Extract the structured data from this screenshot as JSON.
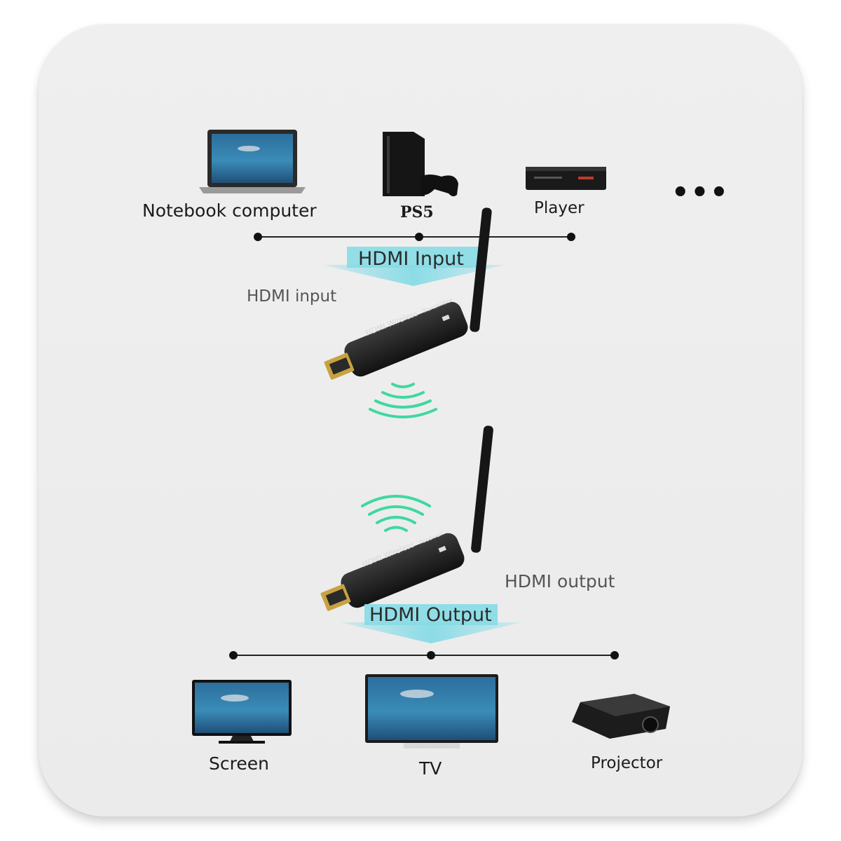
{
  "sources": {
    "notebook_label": "Notebook computer",
    "ps5_label": "PS5",
    "player_label": "Player",
    "more_label": "•••"
  },
  "input": {
    "banner": "HDMI Input",
    "caption": "HDMI input"
  },
  "transmitter": {
    "name": "HDMI Wireless",
    "sub": "Transmitter"
  },
  "receiver": {
    "name": "HDMI Wireless",
    "sub": "Receiver"
  },
  "output": {
    "banner": "HDMI Output",
    "caption": "HDMI output"
  },
  "displays": {
    "screen_label": "Screen",
    "tv_label": "TV",
    "projector_label": "Projector"
  },
  "colors": {
    "banner_arrow": "#86dbe6",
    "signal_wave": "#3fd8a0",
    "device_body": "#1e1e1e"
  }
}
